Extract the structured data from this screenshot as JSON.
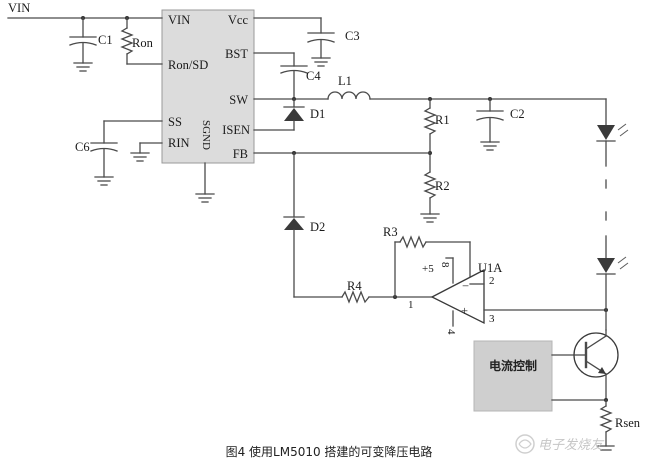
{
  "caption": "图4 使用LM5010 搭建的可变降压电路",
  "watermark": "电子发烧友",
  "ic": {
    "pins_left": [
      "VIN",
      "Ron/SD",
      "SS",
      "RIN"
    ],
    "pins_right": [
      "Vcc",
      "BST",
      "SW",
      "ISEN",
      "FB"
    ],
    "pin_bottom": "SGND"
  },
  "components": {
    "vin": "VIN",
    "c1": "C1",
    "ron": "Ron",
    "c3": "C3",
    "c4": "C4",
    "l1": "L1",
    "d1": "D1",
    "r1": "R1",
    "c2": "C2",
    "r2": "R2",
    "c6": "C6",
    "d2": "D2",
    "r3": "R3",
    "r4": "R4",
    "u1a": "U1A",
    "plus5": "+5",
    "pin8": "8",
    "pin2": "2",
    "pin1": "1",
    "pin3": "3",
    "pin4": "4",
    "minus": "−",
    "plus": "+",
    "rsen": "Rsen"
  },
  "current_control": "电流控制"
}
